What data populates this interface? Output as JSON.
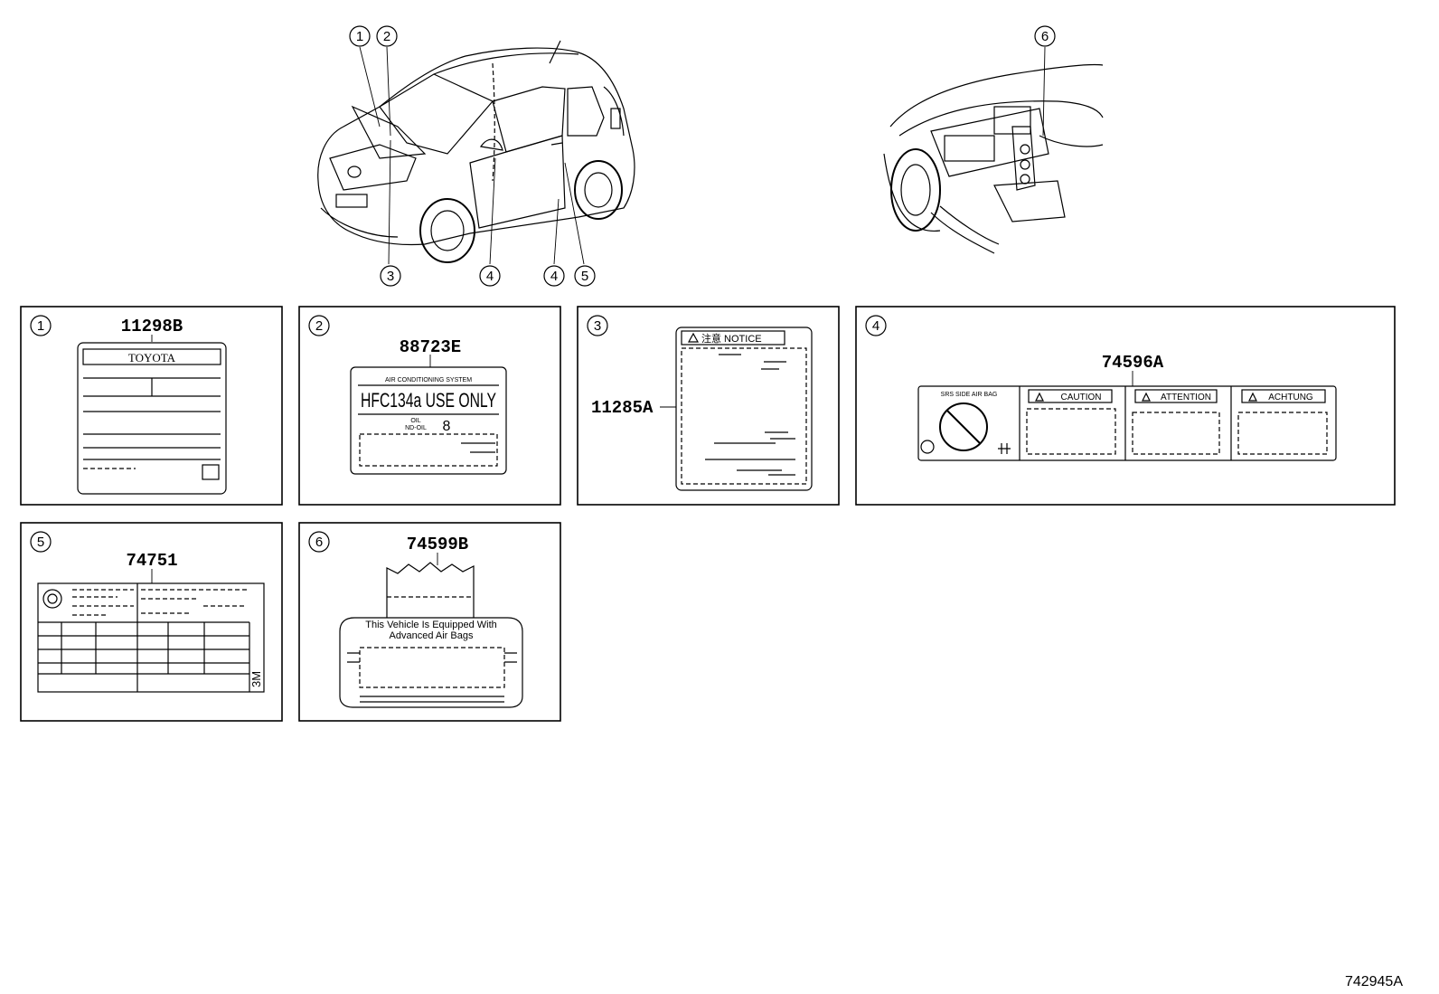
{
  "callouts": {
    "c1": "1",
    "c2": "2",
    "c3": "3",
    "c4": "4",
    "c5": "5",
    "c6": "6"
  },
  "panels": {
    "p1": {
      "callout": "1",
      "part_number": "11298B",
      "label_text": "TOYOTA"
    },
    "p2": {
      "callout": "2",
      "part_number": "88723E",
      "header": "AIR CONDITIONING SYSTEM",
      "main_text": "HFC134a USE ONLY",
      "oil_line1": "OIL",
      "oil_line2": "ND-OIL",
      "oil_number": "8"
    },
    "p3": {
      "callout": "3",
      "part_number": "11285A",
      "header": "注意 NOTICE"
    },
    "p4": {
      "callout": "4",
      "part_number": "74596A",
      "srs_text": "SRS SIDE AIR BAG",
      "warnings": [
        "CAUTION",
        "ATTENTION",
        "ACHTUNG"
      ]
    },
    "p5": {
      "callout": "5",
      "part_number": "74751",
      "mark": "3M"
    },
    "p6": {
      "callout": "6",
      "part_number": "74599B",
      "line1": "This Vehicle Is Equipped With",
      "line2": "Advanced  Air Bags"
    }
  },
  "figure_id": "742945A"
}
